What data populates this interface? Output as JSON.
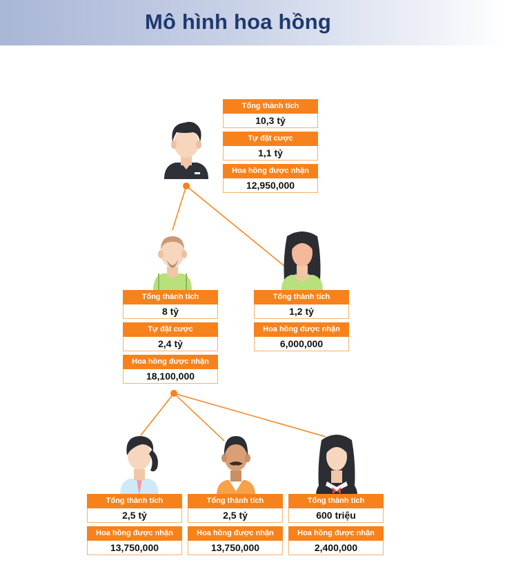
{
  "title": "Mô hình hoa hồng",
  "colors": {
    "accent": "#f7821b",
    "title": "#1e3a6e"
  },
  "nodes": {
    "top": {
      "total_label": "Tổng thành tích",
      "total": "10,3 tỷ",
      "self_label": "Tự đặt cược",
      "self": "1,1 tỷ",
      "commission_label": "Hoa hồng được nhận",
      "commission": "12,950,000"
    },
    "mid_left": {
      "total_label": "Tổng thành tích",
      "total": "8 tỷ",
      "self_label": "Tự đặt cược",
      "self": "2,4 tỷ",
      "commission_label": "Hoa hồng được nhận",
      "commission": "18,100,000"
    },
    "mid_right": {
      "total_label": "Tổng thành tích",
      "total": "1,2 tỷ",
      "commission_label": "Hoa hồng được nhận",
      "commission": "6,000,000"
    },
    "bottom_1": {
      "total_label": "Tổng thành tích",
      "total": "2,5 tỷ",
      "commission_label": "Hoa hồng được nhận",
      "commission": "13,750,000"
    },
    "bottom_2": {
      "total_label": "Tổng thành tích",
      "total": "2,5 tỷ",
      "commission_label": "Hoa hồng được nhận",
      "commission": "13,750,000"
    },
    "bottom_3": {
      "total_label": "Tổng thành tích",
      "total": "600 triệu",
      "commission_label": "Hoa hồng được nhận",
      "commission": "2,400,000"
    }
  }
}
